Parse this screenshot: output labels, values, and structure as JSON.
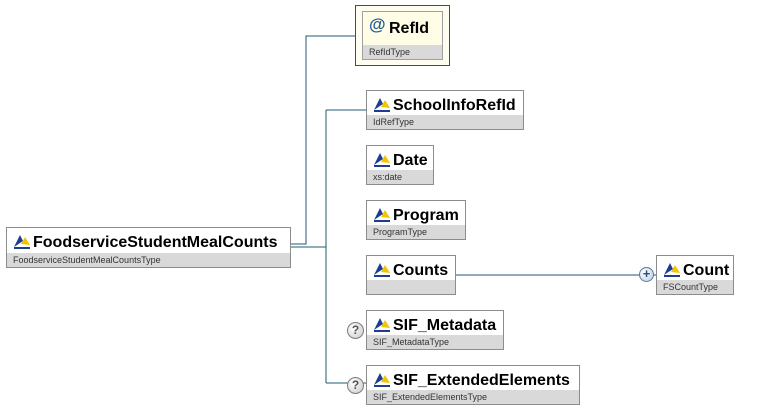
{
  "root": {
    "name": "FoodserviceStudentMealCounts",
    "type": "FoodserviceStudentMealCountsType"
  },
  "attribute": {
    "name": "RefId",
    "type": "RefIdType"
  },
  "children": {
    "school_info_ref_id": {
      "name": "SchoolInfoRefId",
      "type": "IdRefType"
    },
    "date": {
      "name": "Date",
      "type": "xs:date"
    },
    "program": {
      "name": "Program",
      "type": "ProgramType"
    },
    "counts": {
      "name": "Counts",
      "type": ""
    },
    "sif_metadata": {
      "name": "SIF_Metadata",
      "type": "SIF_MetadataType",
      "optional_marker": "?"
    },
    "sif_extended_elements": {
      "name": "SIF_ExtendedElements",
      "type": "SIF_ExtendedElementsType",
      "optional_marker": "?"
    }
  },
  "grandchild": {
    "name": "Count",
    "type": "FSCountType",
    "expand_marker": "+"
  },
  "colors": {
    "connector": "#1f5a74",
    "type_bar": "#d9d9d9",
    "attribute_bg": "#fffde6"
  }
}
